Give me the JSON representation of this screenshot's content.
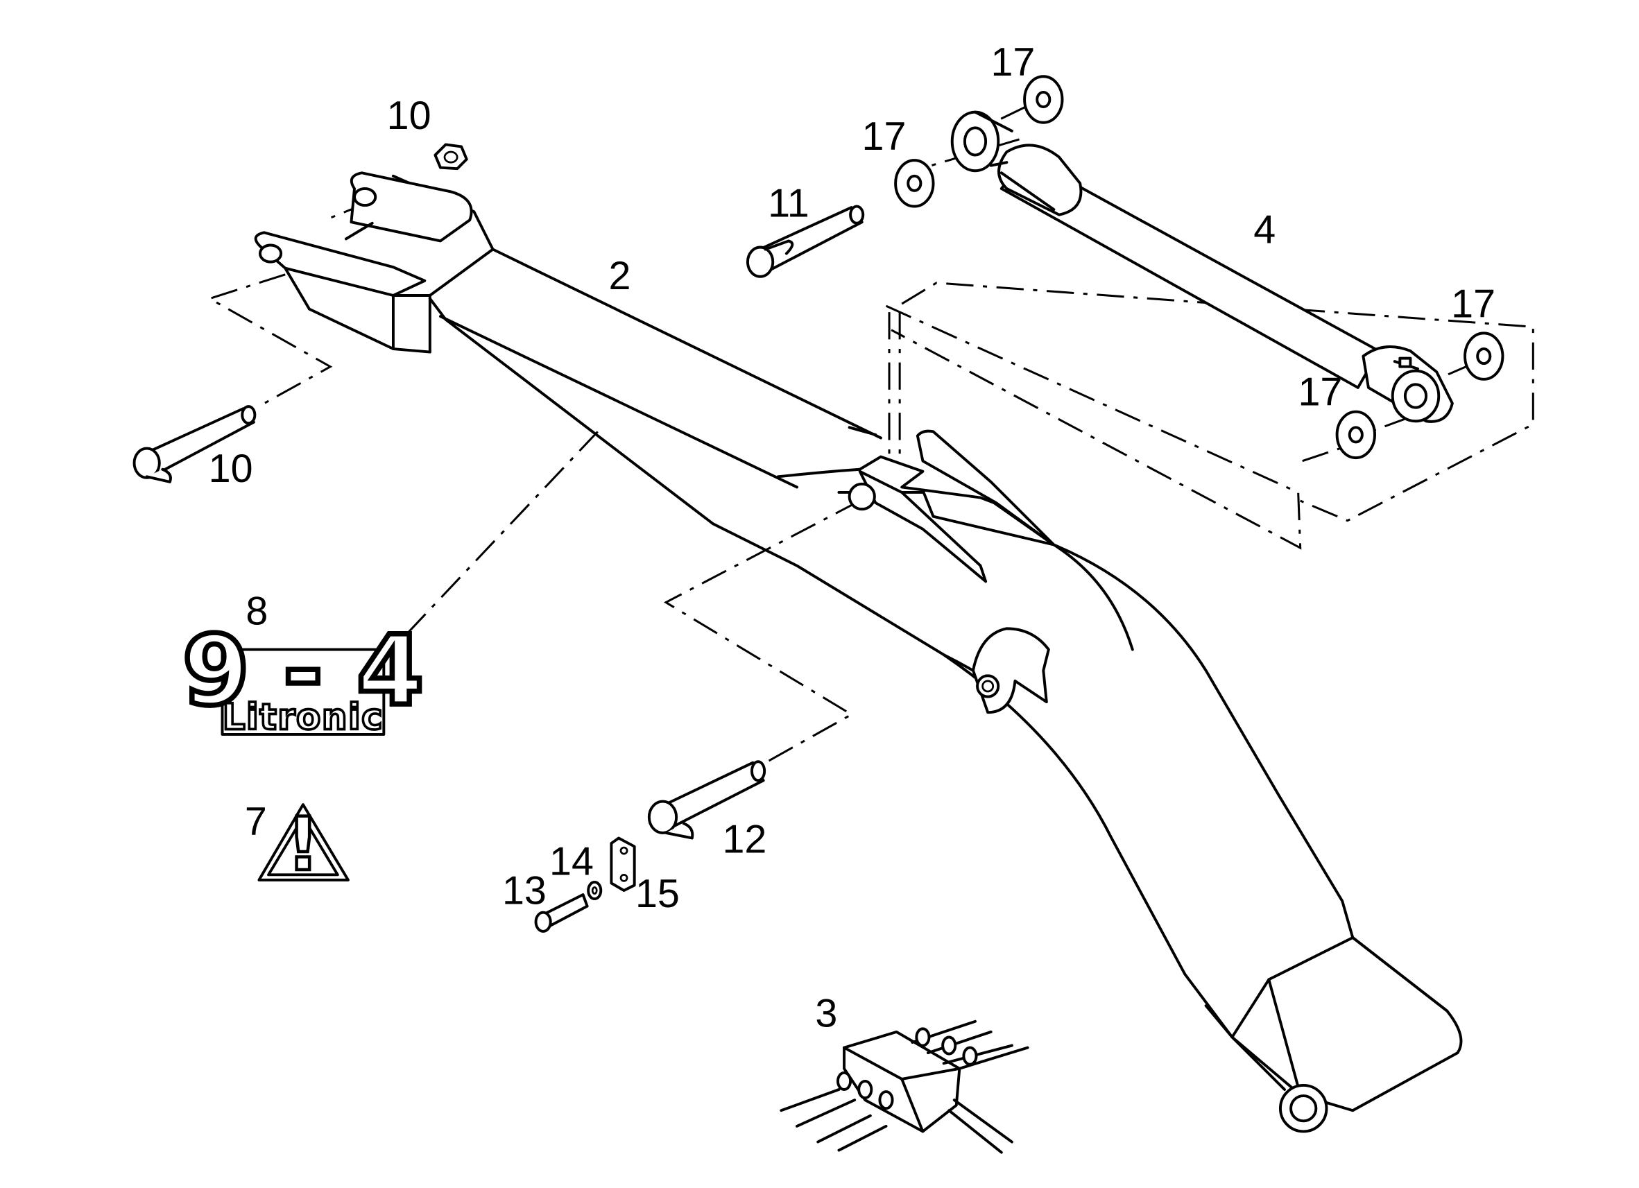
{
  "callouts": {
    "c10_top": "10",
    "c10_bottom": "10",
    "c17_top": "17",
    "c17_mid": "17",
    "c17_right": "17",
    "c17_lower": "17",
    "c11": "11",
    "c4": "4",
    "c2": "2",
    "c8": "8",
    "c7": "7",
    "c12": "12",
    "c14": "14",
    "c13": "13",
    "c15": "15",
    "c3": "3"
  },
  "decal": {
    "model": "9 - 4",
    "brand": "Litronic"
  },
  "warning": {
    "symbol": "!"
  }
}
